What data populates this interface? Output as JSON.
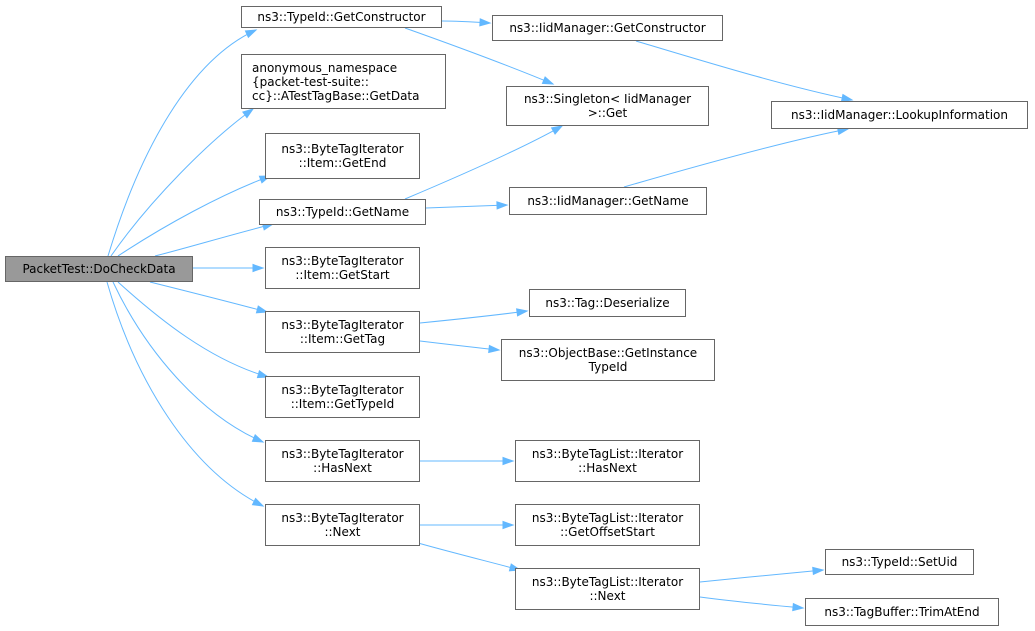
{
  "colors": {
    "edge": "#63b8ff",
    "node_border": "#666666",
    "root_fill": "#999999"
  },
  "nodes": [
    {
      "id": "root",
      "lines": [
        "PacketTest::DoCheckData"
      ]
    },
    {
      "id": "typeid_getconstructor",
      "lines": [
        "ns3::TypeId::GetConstructor"
      ]
    },
    {
      "id": "atesttagbase_getdata",
      "lines": [
        "anonymous_namespace",
        "{packet-test-suite::",
        "cc}::ATestTagBase::GetData"
      ]
    },
    {
      "id": "item_getend",
      "lines": [
        "ns3::ByteTagIterator",
        "::Item::GetEnd"
      ]
    },
    {
      "id": "typeid_getname",
      "lines": [
        "ns3::TypeId::GetName"
      ]
    },
    {
      "id": "item_getstart",
      "lines": [
        "ns3::ByteTagIterator",
        "::Item::GetStart"
      ]
    },
    {
      "id": "item_gettag",
      "lines": [
        "ns3::ByteTagIterator",
        "::Item::GetTag"
      ]
    },
    {
      "id": "item_gettypeid",
      "lines": [
        "ns3::ByteTagIterator",
        "::Item::GetTypeId"
      ]
    },
    {
      "id": "iterator_hasnext",
      "lines": [
        "ns3::ByteTagIterator",
        "::HasNext"
      ]
    },
    {
      "id": "iterator_next",
      "lines": [
        "ns3::ByteTagIterator",
        "::Next"
      ]
    },
    {
      "id": "iidmanager_getconstructor",
      "lines": [
        "ns3::IidManager::GetConstructor"
      ]
    },
    {
      "id": "singleton_get",
      "lines": [
        "ns3::Singleton< IidManager",
        ">::Get"
      ]
    },
    {
      "id": "iidmanager_getname",
      "lines": [
        "ns3::IidManager::GetName"
      ]
    },
    {
      "id": "tag_deserialize",
      "lines": [
        "ns3::Tag::Deserialize"
      ]
    },
    {
      "id": "objectbase_getinstancetypeid",
      "lines": [
        "ns3::ObjectBase::GetInstance",
        "TypeId"
      ]
    },
    {
      "id": "list_iterator_hasnext",
      "lines": [
        "ns3::ByteTagList::Iterator",
        "::HasNext"
      ]
    },
    {
      "id": "list_iterator_getoffsetstart",
      "lines": [
        "ns3::ByteTagList::Iterator",
        "::GetOffsetStart"
      ]
    },
    {
      "id": "list_iterator_next",
      "lines": [
        "ns3::ByteTagList::Iterator",
        "::Next"
      ]
    },
    {
      "id": "iidmanager_lookupinformation",
      "lines": [
        "ns3::IidManager::LookupInformation"
      ]
    },
    {
      "id": "typeid_setuid",
      "lines": [
        "ns3::TypeId::SetUid"
      ]
    },
    {
      "id": "tagbuffer_trimatend",
      "lines": [
        "ns3::TagBuffer::TrimAtEnd"
      ]
    }
  ],
  "edges": [
    [
      "root",
      "typeid_getconstructor"
    ],
    [
      "root",
      "atesttagbase_getdata"
    ],
    [
      "root",
      "item_getend"
    ],
    [
      "root",
      "typeid_getname"
    ],
    [
      "root",
      "item_getstart"
    ],
    [
      "root",
      "item_gettag"
    ],
    [
      "root",
      "item_gettypeid"
    ],
    [
      "root",
      "iterator_hasnext"
    ],
    [
      "root",
      "iterator_next"
    ],
    [
      "typeid_getconstructor",
      "iidmanager_getconstructor"
    ],
    [
      "typeid_getconstructor",
      "singleton_get"
    ],
    [
      "iidmanager_getconstructor",
      "iidmanager_lookupinformation"
    ],
    [
      "typeid_getname",
      "singleton_get"
    ],
    [
      "typeid_getname",
      "iidmanager_getname"
    ],
    [
      "iidmanager_getname",
      "iidmanager_lookupinformation"
    ],
    [
      "item_gettag",
      "tag_deserialize"
    ],
    [
      "item_gettag",
      "objectbase_getinstancetypeid"
    ],
    [
      "iterator_hasnext",
      "list_iterator_hasnext"
    ],
    [
      "iterator_next",
      "list_iterator_getoffsetstart"
    ],
    [
      "iterator_next",
      "list_iterator_next"
    ],
    [
      "list_iterator_next",
      "typeid_setuid"
    ],
    [
      "list_iterator_next",
      "tagbuffer_trimatend"
    ]
  ]
}
